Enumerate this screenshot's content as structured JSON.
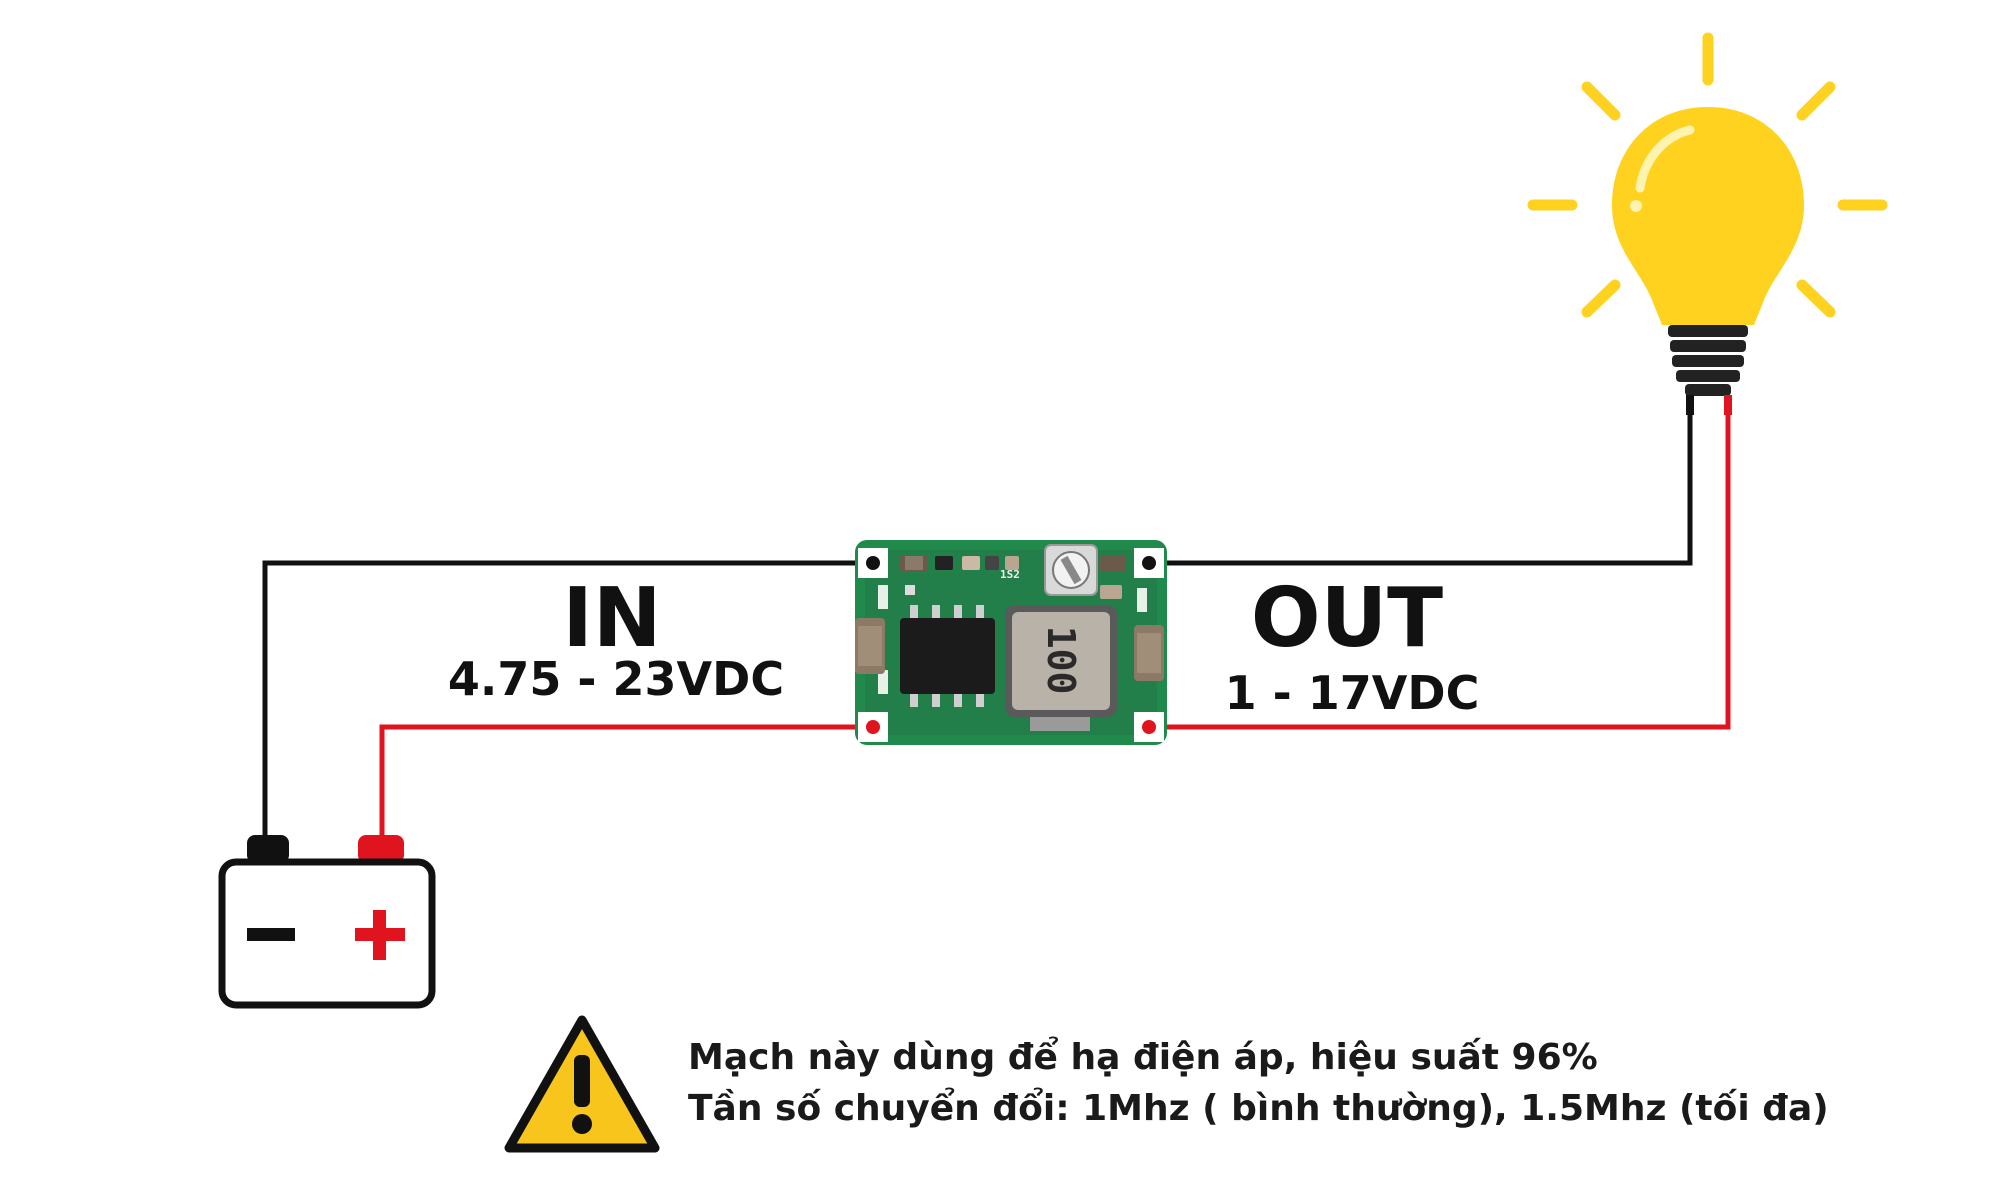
{
  "input": {
    "title": "IN",
    "range": "4.75 - 23VDC"
  },
  "output": {
    "title": "OUT",
    "range": "1 - 17VDC"
  },
  "module": {
    "inductor_marking": "100",
    "chip_marking": "1S2"
  },
  "battery": {
    "minus": "−",
    "plus": "+"
  },
  "note": {
    "line1": "Mạch này dùng để hạ điện áp, hiệu suất 96%",
    "line2": "Tần số chuyển đổi: 1Mhz ( bình thường), 1.5Mhz (tối đa)"
  },
  "colors": {
    "wire_negative": "#111111",
    "wire_positive": "#e0141e",
    "pcb": "#1f8a4c",
    "bulb": "#ffd21f",
    "warning": "#f8c51c"
  },
  "icons": [
    "battery-icon",
    "light-bulb-icon",
    "warning-icon",
    "buck-converter-module"
  ]
}
